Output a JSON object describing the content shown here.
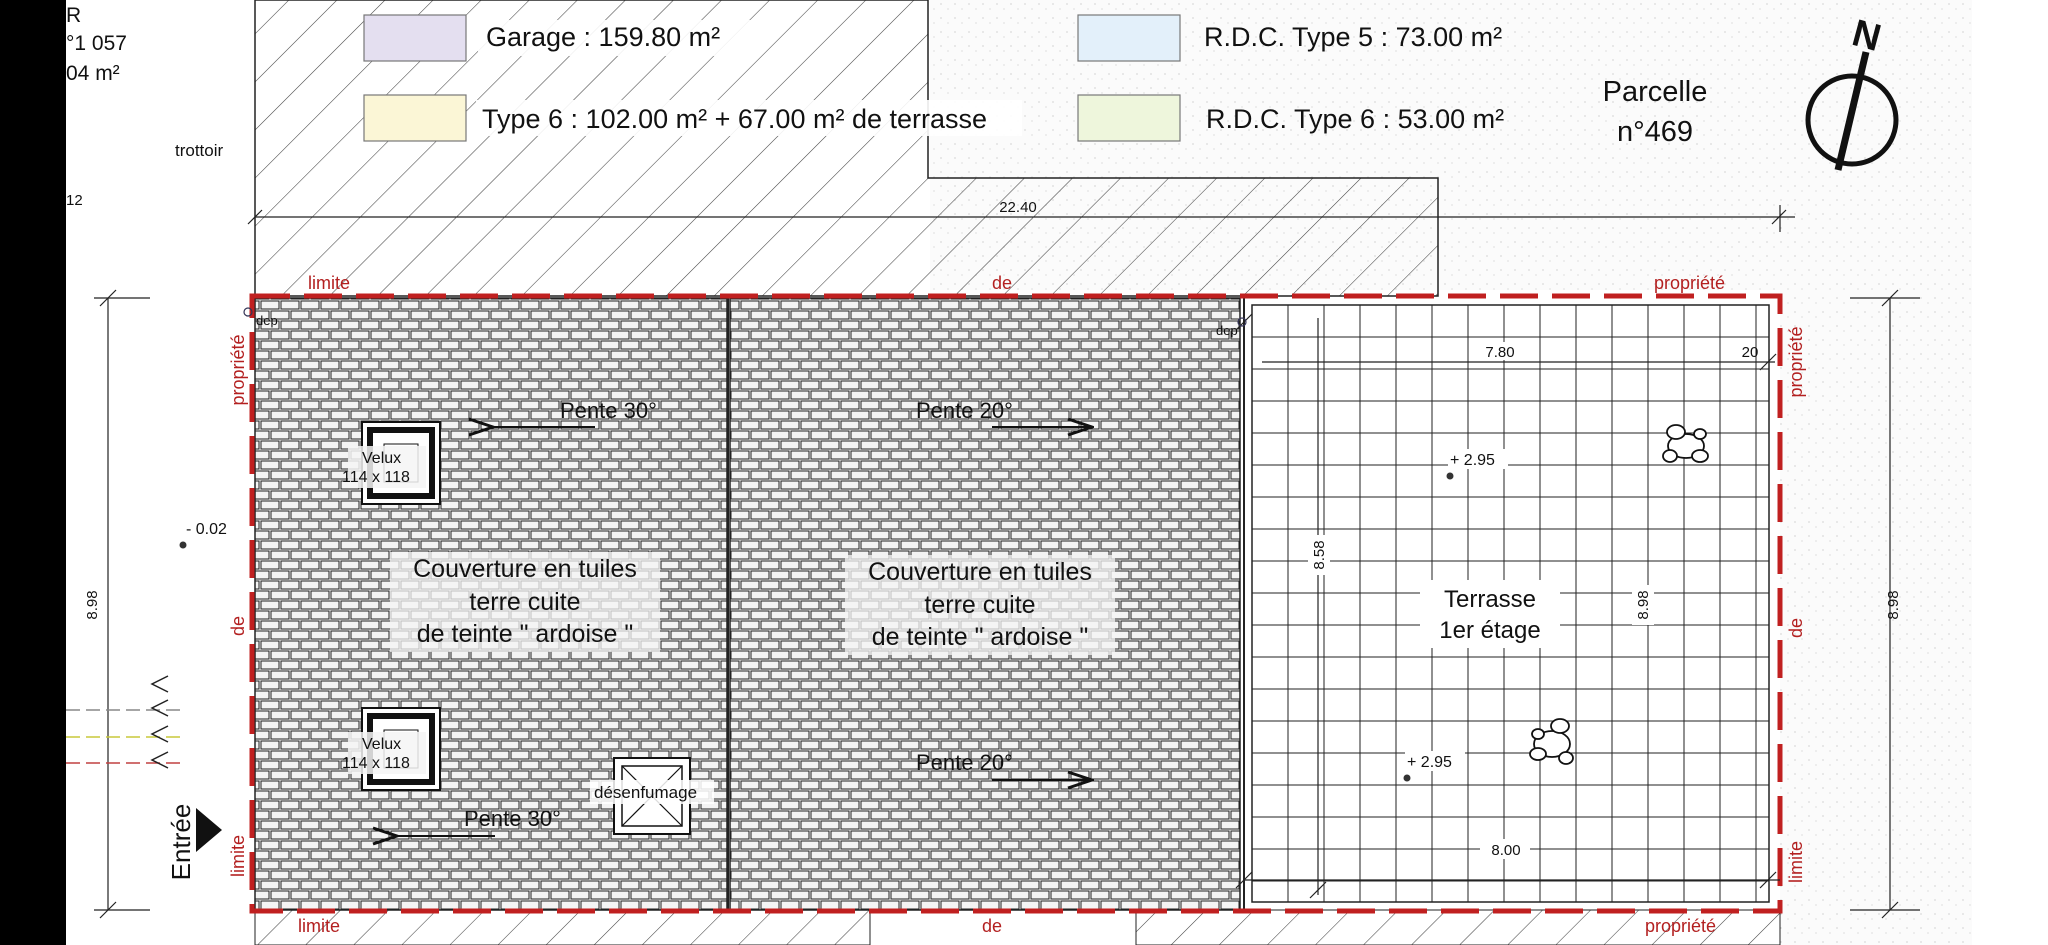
{
  "legend": {
    "items": [
      {
        "label": "Garage : 159.80 m²",
        "color": "#e4dff0"
      },
      {
        "label": "R.D.C. Type 5 : 73.00 m²",
        "color": "#e3f0fa"
      },
      {
        "label": "Type 6 : 102.00 m² + 67.00 m² de terrasse",
        "color": "#fbf6d6"
      },
      {
        "label": "R.D.C. Type 6 : 53.00 m²",
        "color": "#eef6dc"
      }
    ]
  },
  "parcel": {
    "line1": "Parcelle",
    "line2": "n°469"
  },
  "north_label": "N",
  "edge_fragments": {
    "top": "R",
    "line2": "°1 057",
    "line3": "04 m²",
    "small": "12"
  },
  "trottoir": "trottoir",
  "dimensions": {
    "top_width": "22.40",
    "left_height": "8.98",
    "right_height": "8.98",
    "terrace_height": "8.98",
    "inner_height": "8.58",
    "terrace_top": "7.80",
    "terrace_top_small": "20",
    "terrace_bottom": "8.00"
  },
  "levels": {
    "left": "- 0.02",
    "terrace_top": "+ 2.95",
    "terrace_bottom": "+ 2.95"
  },
  "boundary": {
    "limite": "limite",
    "de": "de",
    "propriete": "propriété"
  },
  "dep": "dep",
  "roof_left": {
    "slope_top": "Pente 30°",
    "slope_bottom": "Pente 30°",
    "velux_label": "Velux",
    "velux_size": "114 x 118",
    "smoke_vent": "désenfumage",
    "covering": [
      "Couverture en tuiles",
      "terre cuite",
      "de teinte \" ardoise \""
    ]
  },
  "roof_right": {
    "slope_top": "Pente 20°",
    "slope_bottom": "Pente 20°",
    "covering": [
      "Couverture en tuiles",
      "terre cuite",
      "de teinte \" ardoise \""
    ]
  },
  "terrace": {
    "line1": "Terrasse",
    "line2": "1er étage"
  },
  "entrance": "Entrée"
}
